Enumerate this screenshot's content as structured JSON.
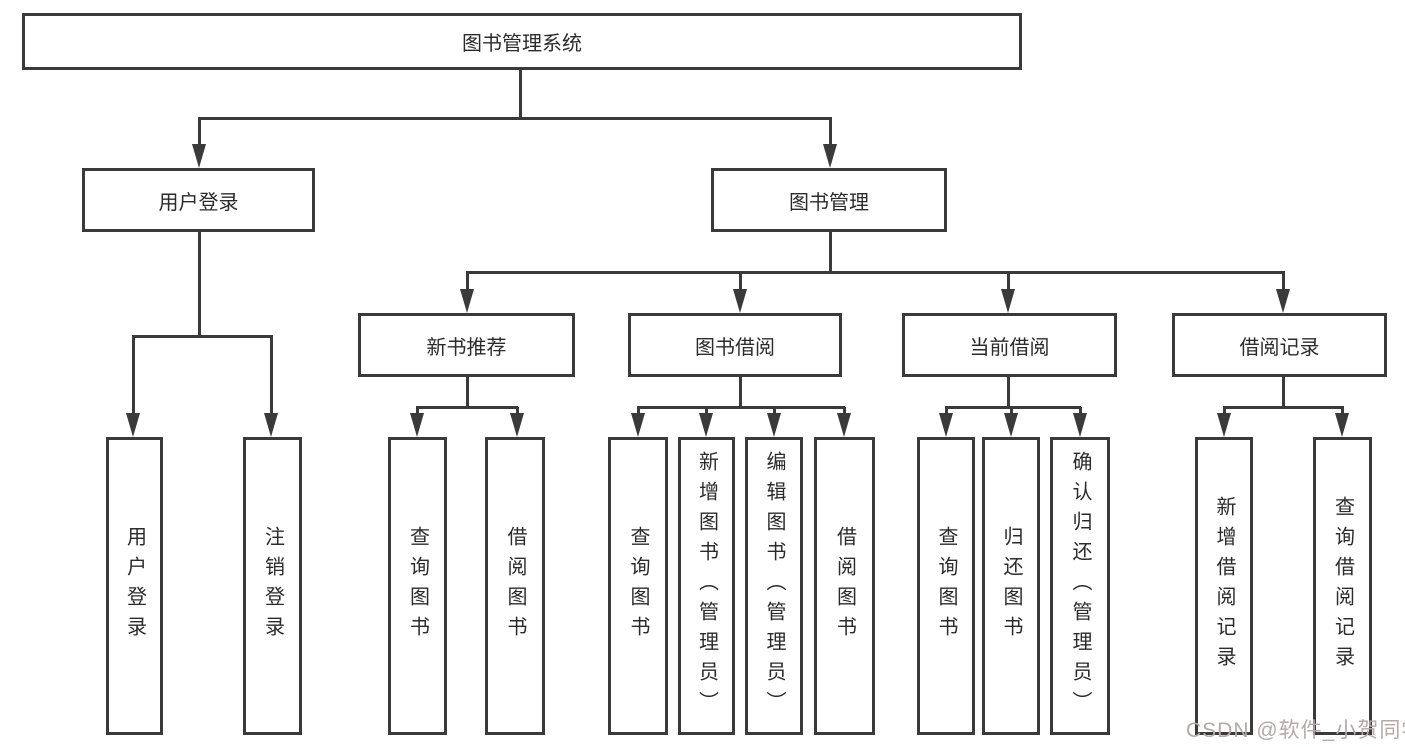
{
  "diagram": {
    "type": "hierarchy-tree",
    "colors": {
      "line": "#3a3a3a",
      "box_border": "#3a3a3a",
      "text": "#2b2b2b",
      "background": "#ffffff",
      "watermark": "#b5a9a9"
    },
    "root": {
      "label": "图书管理系统"
    },
    "branches": [
      {
        "label": "用户登录",
        "children": [
          {
            "label": "用户登录"
          },
          {
            "label": "注销登录"
          }
        ]
      },
      {
        "label": "图书管理",
        "children": [
          {
            "label": "新书推荐",
            "children": [
              {
                "label": "查询图书"
              },
              {
                "label": "借阅图书"
              }
            ]
          },
          {
            "label": "图书借阅",
            "children": [
              {
                "label": "查询图书"
              },
              {
                "label": "新增图书（管理员）"
              },
              {
                "label": "编辑图书（管理员）"
              },
              {
                "label": "借阅图书"
              }
            ]
          },
          {
            "label": "当前借阅",
            "children": [
              {
                "label": "查询图书"
              },
              {
                "label": "归还图书"
              },
              {
                "label": "确认归还（管理员）"
              }
            ]
          },
          {
            "label": "借阅记录",
            "children": [
              {
                "label": "新增借阅记录"
              },
              {
                "label": "查询借阅记录"
              }
            ]
          }
        ]
      }
    ],
    "watermark": "CSDN @软件_小贺同学"
  }
}
